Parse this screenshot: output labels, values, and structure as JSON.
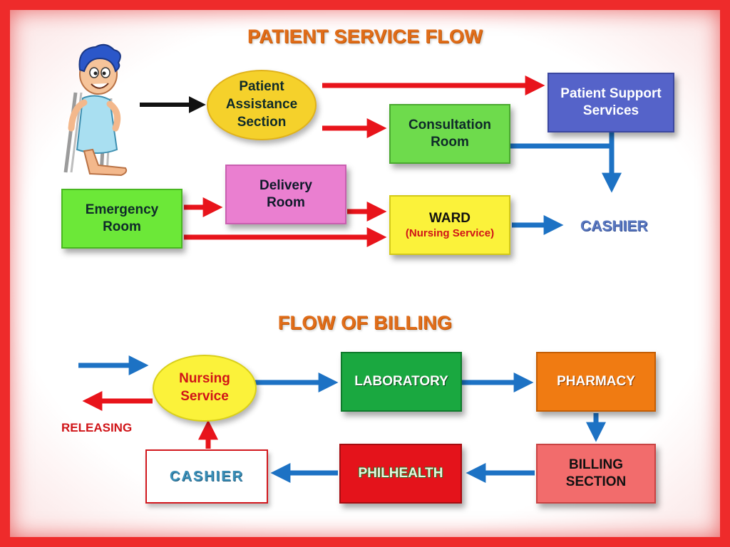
{
  "patient_flow": {
    "title": "PATIENT SERVICE FLOW",
    "patient_assistance": {
      "line1": "Patient",
      "line2": "Assistance",
      "line3": "Section"
    },
    "patient_support": {
      "line1": "Patient Support",
      "line2": "Services"
    },
    "consultation": {
      "line1": "Consultation",
      "line2": "Room"
    },
    "delivery": {
      "line1": "Delivery",
      "line2": "Room"
    },
    "emergency": {
      "line1": "Emergency",
      "line2": "Room"
    },
    "ward": {
      "line1": "WARD",
      "line2": "(Nursing Service)"
    },
    "cashier": "CASHIER"
  },
  "billing_flow": {
    "title": "FLOW OF BILLING",
    "nursing": {
      "line1": "Nursing",
      "line2": "Service"
    },
    "laboratory": "LABORATORY",
    "pharmacy": "PHARMACY",
    "billing": {
      "line1": "BILLING",
      "line2": "SECTION"
    },
    "philhealth": "PHILHEALTH",
    "cashier": "CASHIER",
    "releasing": "RELEASING"
  },
  "colors": {
    "frame": "#ee2b2b",
    "title": "#e06d1a",
    "flow_red": "#e8141b",
    "flow_blue": "#1d72c4",
    "patient_assistance": "#f5d12b",
    "patient_support": "#5563c9",
    "consultation": "#6edb4c",
    "delivery": "#ea7fd0",
    "emergency": "#6ce838",
    "ward": "#fbf23a",
    "laboratory": "#1aa840",
    "pharmacy": "#f07b12",
    "billing": "#f26c6c",
    "philhealth": "#e4131b"
  },
  "icons": {
    "patient": "patient-on-crutches-icon"
  }
}
